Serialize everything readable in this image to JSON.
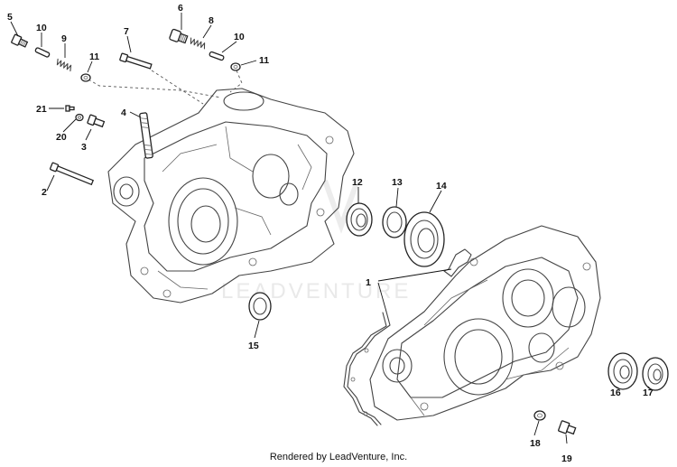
{
  "diagram": {
    "watermark": "LEADVENTURE",
    "footer": "Rendered by LeadVenture, Inc.",
    "callouts": [
      {
        "id": "c1",
        "label": "1"
      },
      {
        "id": "c2",
        "label": "2"
      },
      {
        "id": "c3",
        "label": "3"
      },
      {
        "id": "c4",
        "label": "4"
      },
      {
        "id": "c5",
        "label": "5"
      },
      {
        "id": "c6",
        "label": "6"
      },
      {
        "id": "c7",
        "label": "7"
      },
      {
        "id": "c8",
        "label": "8"
      },
      {
        "id": "c9",
        "label": "9"
      },
      {
        "id": "c10a",
        "label": "10"
      },
      {
        "id": "c10b",
        "label": "10"
      },
      {
        "id": "c11a",
        "label": "11"
      },
      {
        "id": "c11b",
        "label": "11"
      },
      {
        "id": "c12",
        "label": "12"
      },
      {
        "id": "c13",
        "label": "13"
      },
      {
        "id": "c14",
        "label": "14"
      },
      {
        "id": "c15",
        "label": "15"
      },
      {
        "id": "c16",
        "label": "16"
      },
      {
        "id": "c17",
        "label": "17"
      },
      {
        "id": "c18",
        "label": "18"
      },
      {
        "id": "c19",
        "label": "19"
      },
      {
        "id": "c20",
        "label": "20"
      },
      {
        "id": "c21",
        "label": "21"
      }
    ]
  }
}
